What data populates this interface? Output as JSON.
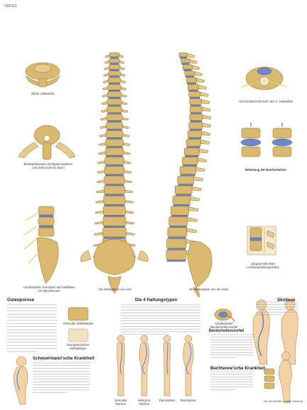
{
  "poster_code": "VR0101",
  "captions": {
    "upper_cervical": "Obere Halswirbel",
    "thoracic_vertebra": "Brustwirbelsäule mit Rippenansätzen",
    "thoracic_vertebra_sub": "(von links und von oben)",
    "lumbar_sacrum": "Lendenwirbel, Kreuzbein und Steißbein",
    "lumbar_sacrum_sub": "mit Spinalnerven",
    "spine_front": "Die Wirbelsäule von vorn",
    "spine_side": "Die Wirbelsäule von der Seite",
    "axis_section": "Horizontalschnitt durch den 4. Halswirbel",
    "disc_strain": "Belastung der Bandscheiben",
    "longitudinal_section": "Längsschnitt eines Lendenwirbelsegmentes",
    "osteoporosis_vertebra": "Gesunder Wirbelkörper",
    "osteoporotic_vertebra": "Osteoporotischer Wirbelkörper",
    "scoliosis_vertebra": "Lendenwirbel",
    "scoliosis_vertebra_sub": "Bandscheibenvorfall"
  },
  "headings": {
    "osteoporosis": "Osteoporose",
    "posture_types": "Die 4 Haltungstypen",
    "disc_prolapse": "Bandscheibenvorfall",
    "scoliosis": "Skoliose",
    "scheuermann": "Scheuermann'sche Krankheit",
    "bechterew": "Bechterew'sche Krankheit"
  },
  "posture_labels": [
    "Normaler Rücken",
    "Hohlrund-Rücken",
    "Flachrücken",
    "Rundrücken"
  ],
  "footer": "Ihre 3B Scientific GmbH, Hamburg"
}
